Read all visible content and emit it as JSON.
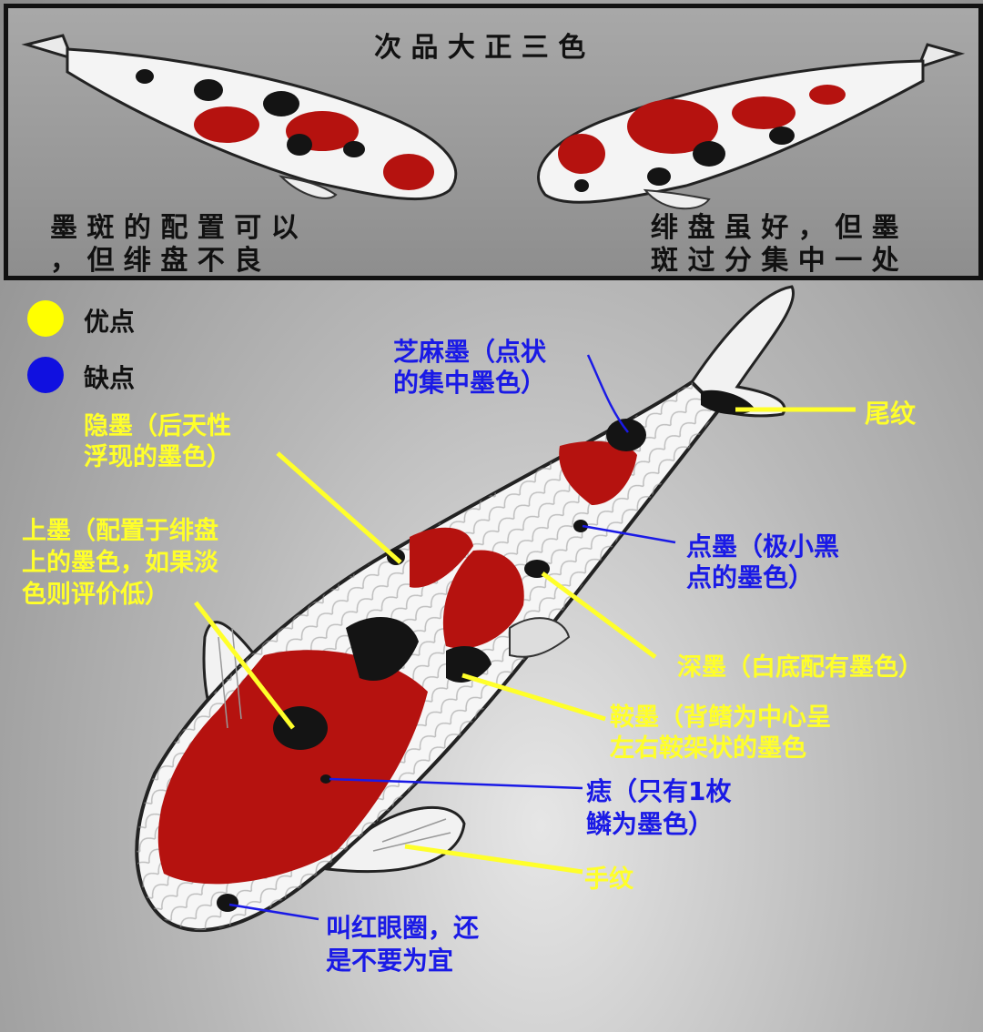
{
  "top_panel": {
    "title": "次 品 大 正 三 色",
    "left_caption": [
      "墨 斑 的 配 置 可 以",
      "， 但 绯 盘 不 良"
    ],
    "right_caption": [
      "绯 盘 虽 好 ， 但 墨",
      "斑 过 分 集 中 一 处"
    ]
  },
  "legend": {
    "items": [
      {
        "label": "优点",
        "color": "#ffff00"
      },
      {
        "label": "缺点",
        "color": "#1010e0"
      }
    ]
  },
  "annotations": {
    "zhima_mo": [
      "芝麻墨（点状",
      "的集中墨色）"
    ],
    "wei_wen": "尾纹",
    "yin_mo": [
      "隐墨（后天性",
      "浮现的墨色）"
    ],
    "dian_mo": [
      "点墨（极小黑",
      "点的墨色）"
    ],
    "shang_mo": [
      "上墨（配置于绯盘",
      "上的墨色，如果淡",
      "色则评价低）"
    ],
    "shen_mo": "深墨（白底配有墨色）",
    "an_mo": [
      "鞍墨（背鳍为中心呈",
      "左右鞍架状的墨色"
    ],
    "zhi": [
      "痣（只有1枚",
      "鳞为墨色）"
    ],
    "shou_wen": "手纹",
    "hong_yan_quan": [
      "叫红眼圈，还",
      "是不要为宜"
    ]
  },
  "colors": {
    "merit": "#ffff2a",
    "fault": "#1a1ae6",
    "hi_red": "#b5120f",
    "sumi_black": "#141414"
  }
}
